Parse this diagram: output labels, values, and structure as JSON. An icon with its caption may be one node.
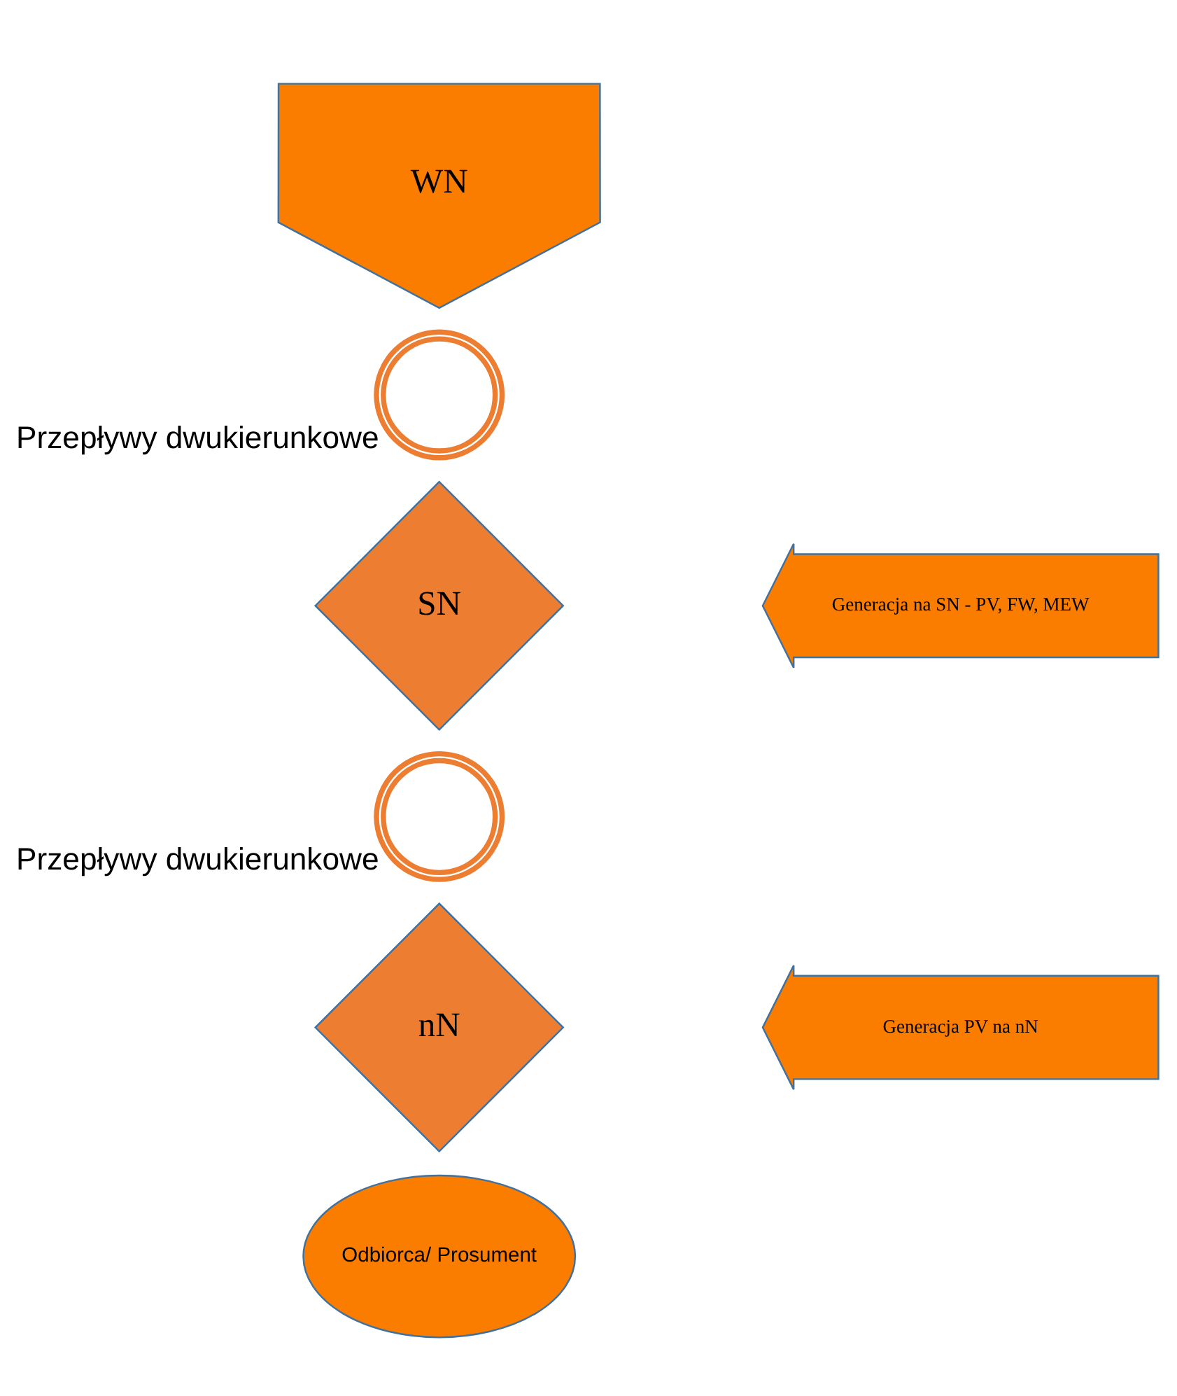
{
  "diagram": {
    "nodes": [
      {
        "text": [
          "WN"
        ]
      },
      {
        "text": [],
        "shape": "circle",
        "beside": [
          "Przepływy dwukierunkowe"
        ]
      },
      {
        "text": [
          "SN"
        ]
      },
      {
        "text": [
          "Generacja na SN - PV, FW, MEW"
        ]
      },
      {
        "text": [],
        "shape": "circle",
        "beside": [
          "Przepływy dwukierunkowe"
        ]
      },
      {
        "text": [
          "nN"
        ]
      },
      {
        "text": [
          "Generacja PV na nN"
        ]
      },
      {
        "text": [
          "Odbiorca/ Prosument"
        ]
      }
    ]
  }
}
